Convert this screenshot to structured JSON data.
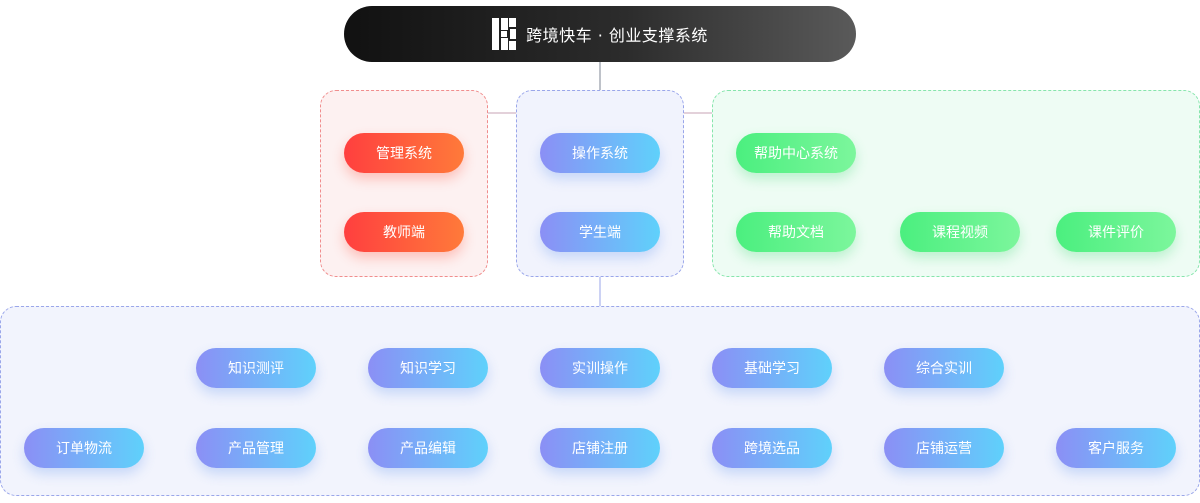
{
  "header": {
    "title": "跨境快车 · 创业支撑系统",
    "logo_icon": "k-logo-icon"
  },
  "colors": {
    "red_gradient": [
      "#ff3f3f",
      "#ff7a3a"
    ],
    "blue_gradient": [
      "#8b8ff5",
      "#5fd1fb"
    ],
    "green_gradient": [
      "#4bef7f",
      "#7cf69c"
    ],
    "line_gray": "#7d8593",
    "line_red": "#f08d8d",
    "line_blue": "#9aa6ea",
    "line_green": "#86e5ac"
  },
  "management": {
    "system": "管理系统",
    "client": "教师端"
  },
  "operation": {
    "system": "操作系统",
    "client": "学生端"
  },
  "help": {
    "system": "帮助中心系统",
    "children": [
      "帮助文档",
      "课程视频",
      "课件评价"
    ]
  },
  "student_modules": {
    "level1": [
      "知识测评",
      "知识学习",
      "实训操作",
      "基础学习",
      "综合实训"
    ],
    "level2": [
      "订单物流",
      "产品管理",
      "产品编辑",
      "店铺注册",
      "跨境选品",
      "店铺运营",
      "客户服务"
    ]
  }
}
